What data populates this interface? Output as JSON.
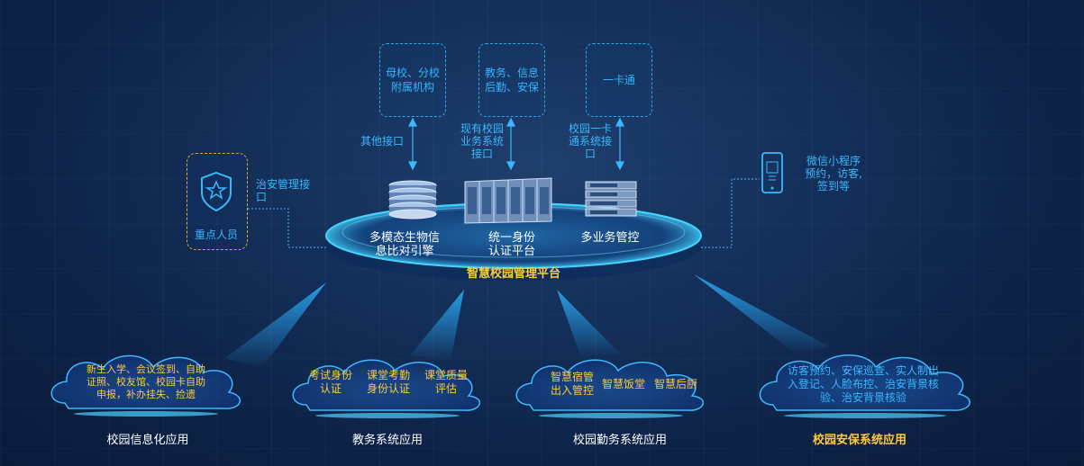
{
  "top_boxes": [
    {
      "text_lines": [
        "母校、分校",
        "附属机构"
      ]
    },
    {
      "text_lines": [
        "教务、信息",
        "后勤、安保"
      ]
    },
    {
      "text_lines": [
        "一卡通"
      ]
    }
  ],
  "interfaces": [
    {
      "lines": [
        "其他接口"
      ]
    },
    {
      "lines": [
        "现有校园",
        "业务系统",
        "接口"
      ]
    },
    {
      "lines": [
        "校园一卡",
        "通系统接",
        "口"
      ]
    }
  ],
  "left_node": {
    "label": "重点人员",
    "interface_lines": [
      "治安管理接",
      "口"
    ]
  },
  "right_node": {
    "lines": [
      "微信小程序",
      "预约，访客,",
      "签到等"
    ]
  },
  "platform": {
    "title": "智慧校园管理平台",
    "modules": [
      {
        "lines": [
          "多模态生物信",
          "息比对引擎"
        ]
      },
      {
        "lines": [
          "统一身份",
          "认证平台"
        ]
      },
      {
        "lines": [
          "多业务管控"
        ]
      }
    ]
  },
  "clouds": [
    {
      "color": "yellow",
      "lines": [
        "新生入学、会议签到、自助",
        "证照、校友馆、校园卡自助",
        "申报，补办挂失、捡遗"
      ]
    },
    {
      "color": "yellow",
      "groups": [
        [
          "考试身份",
          "认证"
        ],
        [
          "课堂考勤",
          "身份认证"
        ],
        [
          "课堂质量",
          "评估"
        ]
      ]
    },
    {
      "color": "yellow",
      "groups": [
        [
          "智慧宿管",
          "出入管控"
        ],
        [
          "智慧饭堂"
        ],
        [
          "智慧后厨"
        ]
      ]
    },
    {
      "color": "blue",
      "lines": [
        "访客预约、安保巡查、实人制出",
        "入登记、人脸布控、治安背景核",
        "验、治安背景核验"
      ]
    }
  ],
  "sections": [
    "校园信息化应用",
    "教务系统应用",
    "校园勤务系统应用",
    "校园安保系统应用"
  ],
  "colors": {
    "accent_blue": "#32b4ff",
    "accent_yellow": "#ffc93c",
    "key_box": "#e8a330"
  }
}
